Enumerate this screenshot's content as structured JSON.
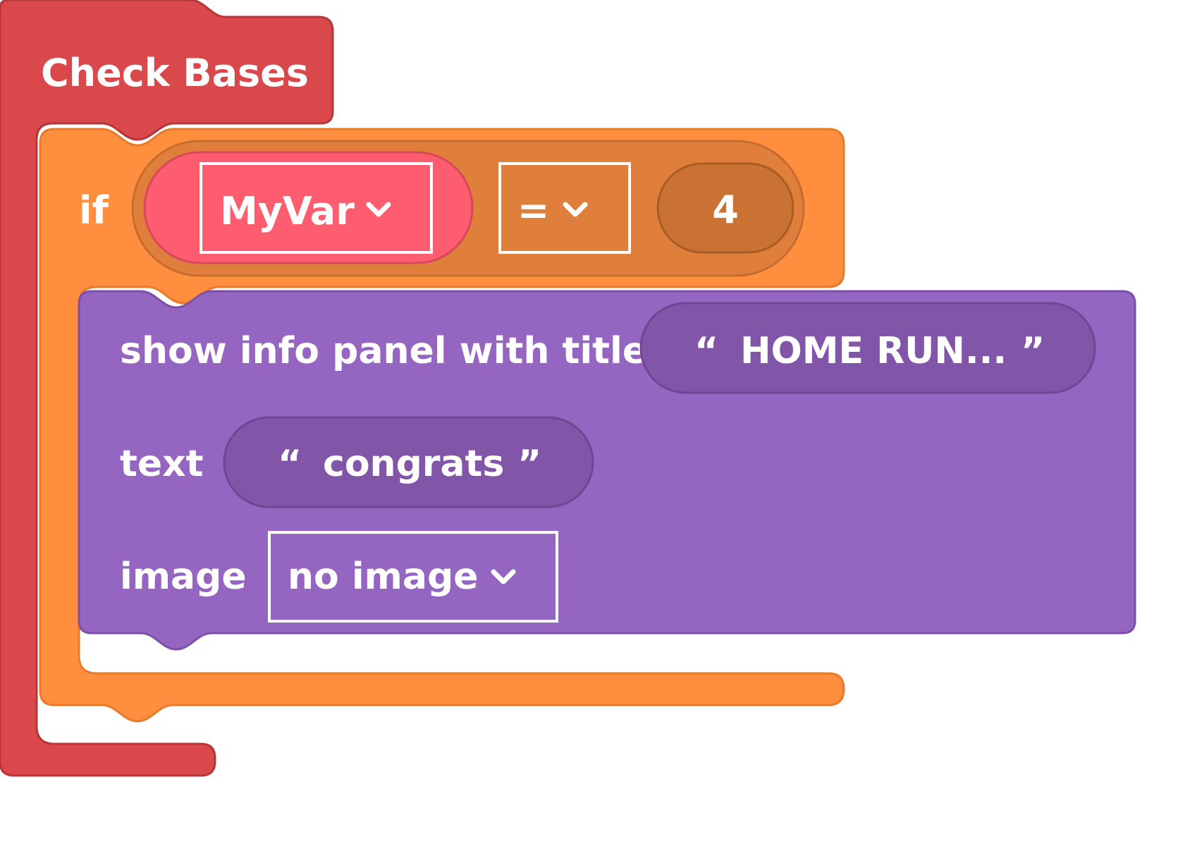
{
  "function_block": {
    "label": "Check Bases",
    "color": "#d9484b"
  },
  "if_block": {
    "keyword": "if",
    "color": "#ff8f3f",
    "condition": {
      "variable": "MyVar",
      "variable_color": "#fe5c6f",
      "operator": "=",
      "value": "4"
    }
  },
  "info_panel_block": {
    "color": "#9465c1",
    "title_label": "show info panel with title",
    "title_open_quote": "“",
    "title_value": "HOME RUN...",
    "title_close_quote": "”",
    "text_label": "text",
    "text_open_quote": "“",
    "text_value": "congrats",
    "text_close_quote": "”",
    "image_label": "image",
    "image_value": "no image"
  },
  "icons": {
    "dropdown": "chevron-down-icon"
  }
}
